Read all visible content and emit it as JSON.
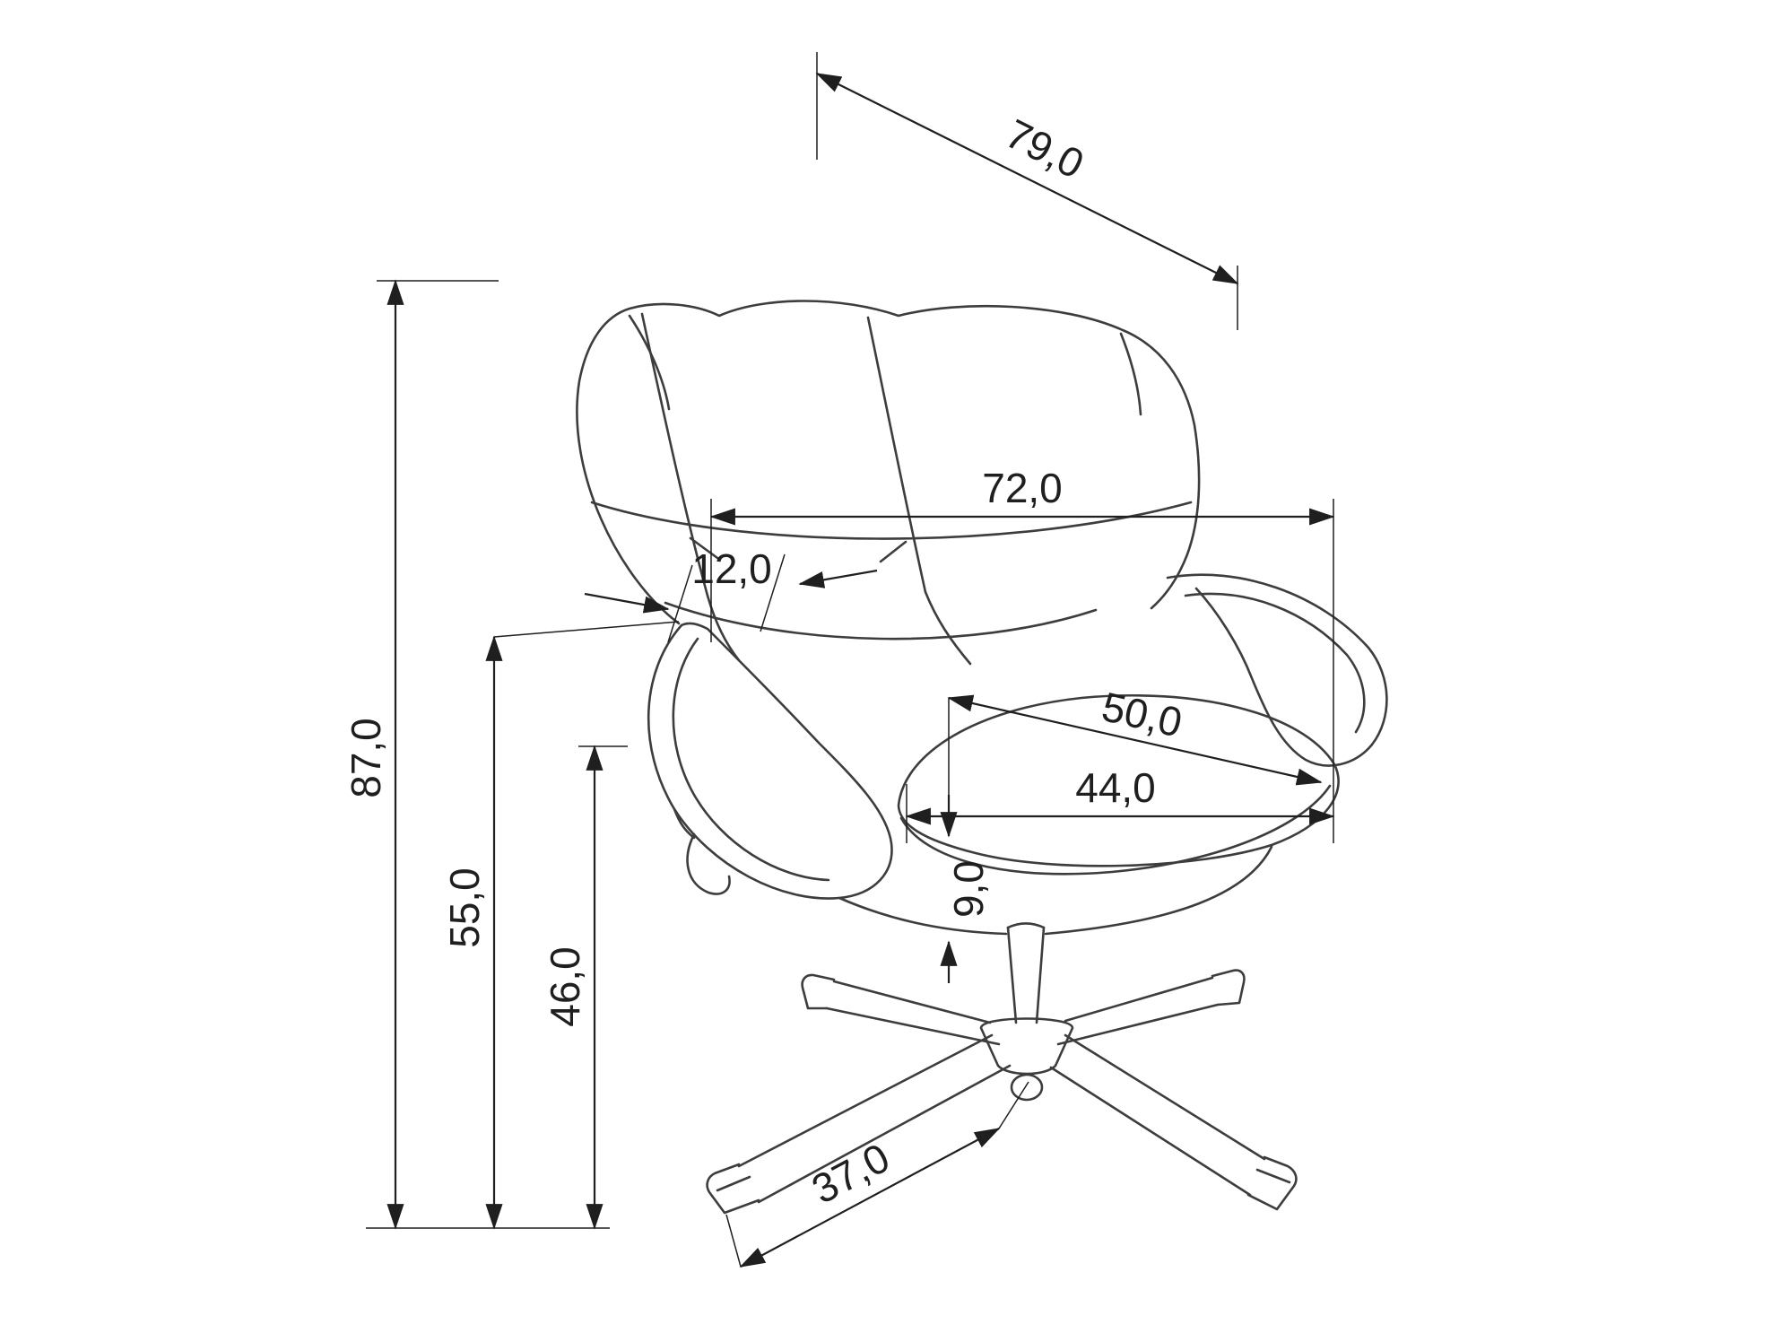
{
  "drawing": {
    "dims": {
      "total_depth": "79,0",
      "total_width": "72,0",
      "armrest_width": "12,0",
      "seat_depth": "50,0",
      "seat_width": "44,0",
      "seat_cushion_height": "9,0",
      "total_height": "87,0",
      "armrest_height": "55,0",
      "seat_height": "46,0",
      "base_leg_length": "37,0"
    },
    "colors": {
      "line": "#3d3d3d",
      "dimension": "#1f1f1f",
      "background": "#ffffff"
    }
  }
}
